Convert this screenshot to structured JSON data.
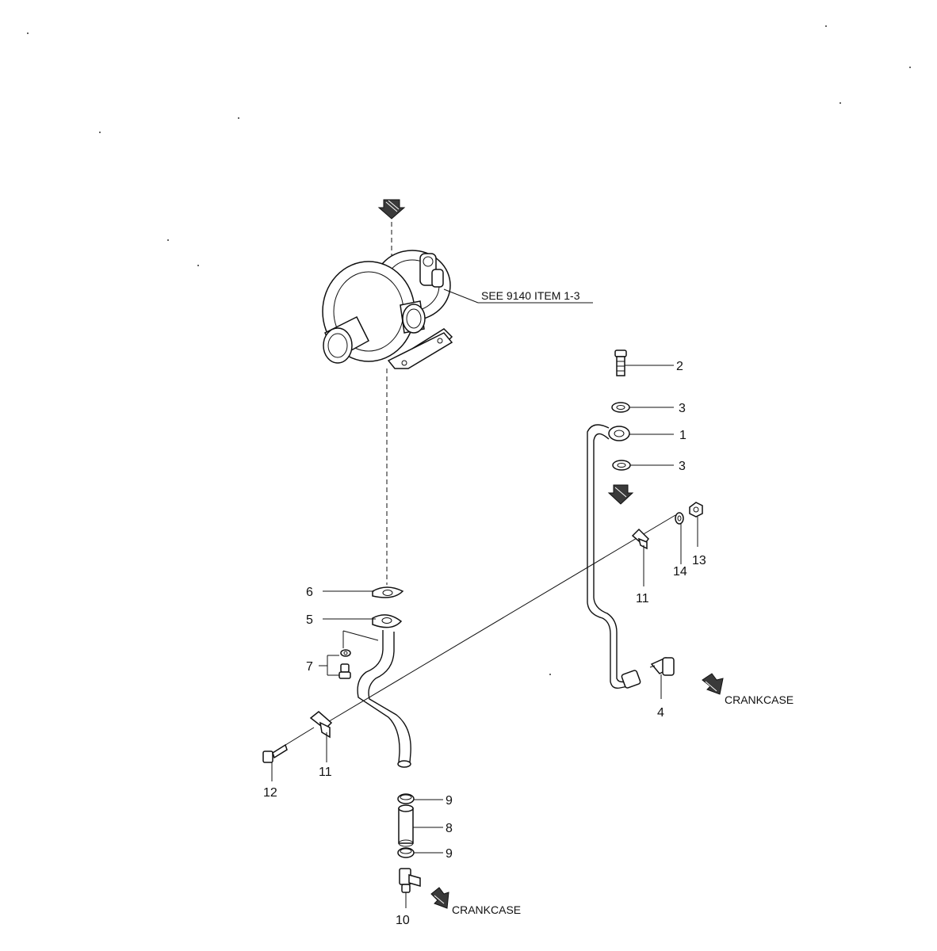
{
  "callouts": {
    "n1": "1",
    "n2": "2",
    "n3a": "3",
    "n3b": "3",
    "n4": "4",
    "n5": "5",
    "n6": "6",
    "n7": "7",
    "n8": "8",
    "n9a": "9",
    "n9b": "9",
    "n10": "10",
    "n11a": "11",
    "n11b": "11",
    "n12": "12",
    "n13": "13",
    "n14": "14"
  },
  "notes": {
    "see_reference": "SEE 9140 ITEM 1-3",
    "crankcase_right": "CRANKCASE",
    "crankcase_bottom": "CRANKCASE"
  },
  "icons": {
    "flow_arrow": "dark-striped-arrow",
    "colors": {
      "line": "#111111",
      "arrow": "#3a3a3a",
      "background": "#ffffff"
    }
  }
}
